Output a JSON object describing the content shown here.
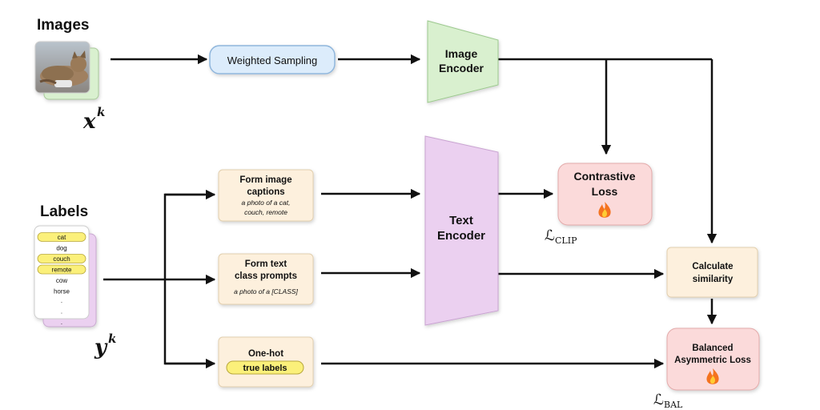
{
  "images": {
    "title": "Images",
    "symbol": "x",
    "superscript": "k"
  },
  "labels": {
    "title": "Labels",
    "symbol": "y",
    "superscript": "k",
    "items": [
      "cat",
      "dog",
      "couch",
      "remote",
      "cow",
      "horse",
      "·",
      "·",
      "·"
    ],
    "highlighted": [
      true,
      false,
      true,
      true,
      false,
      false,
      false,
      false,
      false
    ]
  },
  "weighted_sampling": {
    "label": "Weighted Sampling"
  },
  "image_encoder": {
    "line1": "Image",
    "line2": "Encoder"
  },
  "text_encoder": {
    "line1": "Text",
    "line2": "Encoder"
  },
  "captions": {
    "line1": "Form image",
    "line2": "captions",
    "example_line1": "a photo of a cat,",
    "example_line2": "couch, remote"
  },
  "prompts": {
    "line1": "Form text",
    "line2": "class prompts",
    "example": "a photo of a [CLASS]"
  },
  "onehot": {
    "line1": "One-hot",
    "pill": "true labels"
  },
  "contrastive_loss": {
    "line1": "Contrastive",
    "line2": "Loss",
    "icon": "fire-icon",
    "math": "ℒ",
    "subscript": "CLIP"
  },
  "similarity": {
    "line1": "Calculate",
    "line2": "similarity"
  },
  "balanced_loss": {
    "line1": "Balanced",
    "line2": "Asymmetric Loss",
    "icon": "fire-icon",
    "math": "ℒ",
    "subscript": "BAL"
  },
  "colors": {
    "sampling_fill": "#dcecfb",
    "sampling_stroke": "#8fb6dc",
    "image_encoder_fill": "#d9f0cf",
    "text_encoder_fill": "#ebd0f0",
    "cream_fill": "#fdf0dd",
    "cream_stroke": "#e2cfae",
    "loss_fill": "#fbdada",
    "pill_fill": "#fbf07a"
  }
}
